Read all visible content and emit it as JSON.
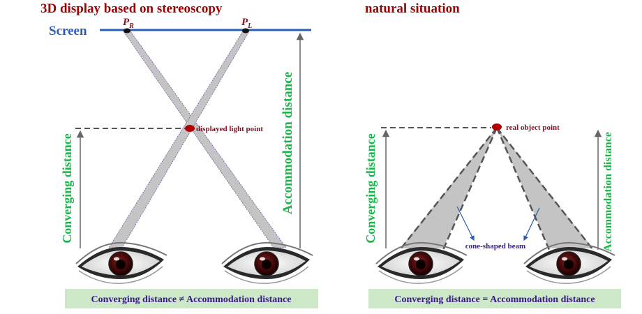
{
  "left_panel": {
    "title": "3D display based on stereoscopy",
    "screen_label": "Screen",
    "pr_label": "P",
    "pr_sub": "R",
    "pl_label": "P",
    "pl_sub": "L",
    "point_label": "displayed light point",
    "converging_label": "Converging distance",
    "accommodation_label": "Accommodation distance",
    "caption": "Converging distance ≠ Accommodation distance"
  },
  "right_panel": {
    "title": "natural situation",
    "point_label": "real object point",
    "converging_label": "Converging distance",
    "accommodation_label": "Accommodation distance",
    "beam_label": "cone-shaped beam",
    "caption": "Converging distance = Accommodation distance"
  },
  "colors": {
    "title": "#a00000",
    "screen": "#2b5cb8",
    "green_text": "#18b848",
    "purple_text": "#3a1a8c",
    "caption_bg": "#cde8c6",
    "beam": "#c4c4c4",
    "point": "#b00000",
    "dashed_line": "#555555",
    "beam_arrow": "#2a5ab0"
  }
}
